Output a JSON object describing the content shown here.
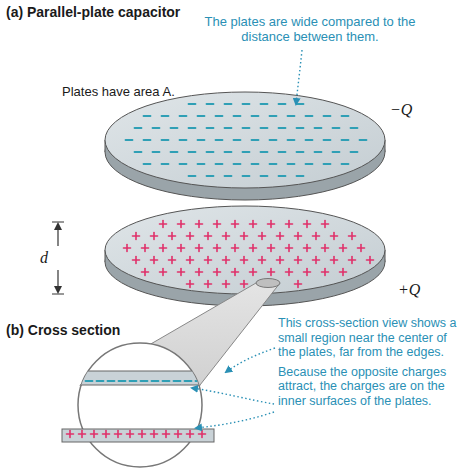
{
  "diagram": {
    "labels": [
      "(a) Parallel-plate capacitor",
      "The plates are wide compared to the distance between them.",
      "Plates have area A.",
      "−Q",
      "d",
      "+Q",
      "(b) Cross section",
      "This cross-section view shows a small region near the center of the plates, far from the edges.",
      "Because the opposite charges attract, the charges are on the inner surfaces of the plates."
    ]
  }
}
